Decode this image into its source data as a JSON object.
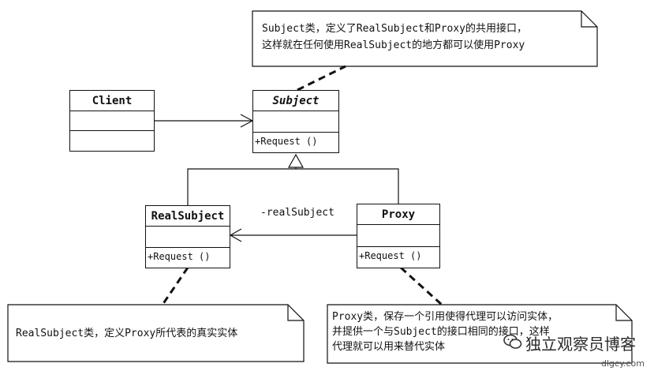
{
  "classes": {
    "client": {
      "name": "Client",
      "operation": ""
    },
    "subject": {
      "name": "Subject",
      "operation": "+Request ()"
    },
    "real_subject": {
      "name": "RealSubject",
      "operation": "+Request ()"
    },
    "proxy": {
      "name": "Proxy",
      "operation": "+Request ()"
    }
  },
  "association_label": "-realSubject",
  "notes": {
    "subject_note": {
      "line1": "Subject类，定义了RealSubject和Proxy的共用接口，",
      "line2": "这样就在任何使用RealSubject的地方都可以使用Proxy"
    },
    "real_subject_note": {
      "line1": "RealSubject类，定义Proxy所代表的真实实体"
    },
    "proxy_note": {
      "line1": "Proxy类，保存一个引用使得代理可以访问实体，",
      "line2": "并提供一个与Subject的接口相同的接口，这样",
      "line3": "代理就可以用来替代实体"
    }
  },
  "watermark": {
    "text": "独立观察员博客",
    "icon": "wechat-icon",
    "site": "dlgcy.com"
  }
}
